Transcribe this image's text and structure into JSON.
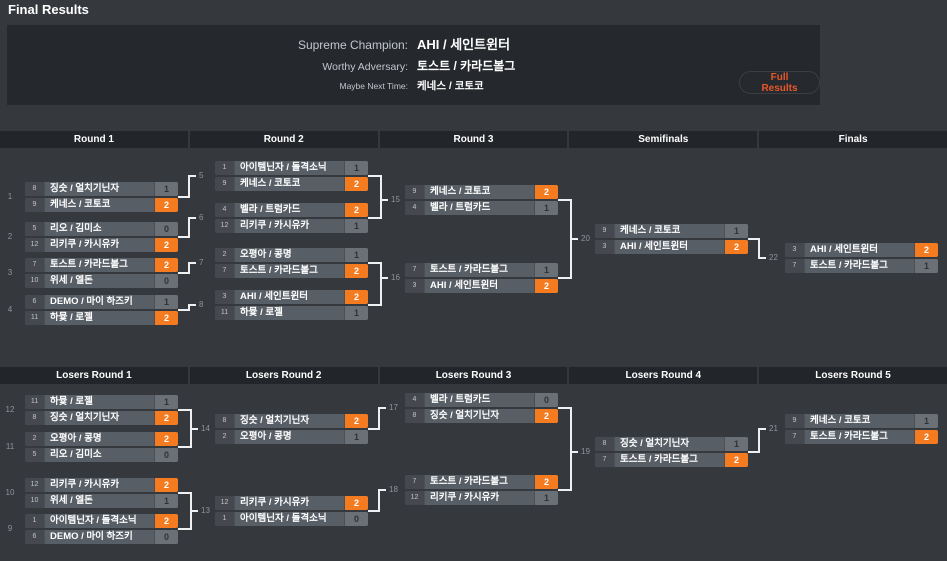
{
  "page_title": "Final Results",
  "summary": {
    "champion_label": "Supreme Champion:",
    "champion_name": "AHI / 세인트윈터",
    "adversary_label": "Worthy Adversary:",
    "adversary_name": "토스트 / 카라드볼그",
    "next_time_label": "Maybe Next Time:",
    "next_time_name": "케네스 / 코토코",
    "full_results_label": "Full Results"
  },
  "colors": {
    "background": "#35383d",
    "panel_dark": "#25282c",
    "row_gray": "#585e66",
    "winner_score_orange": "#f57b21",
    "button_text_orange": "#e8572a",
    "connector_line": "#eef0f2"
  },
  "winners_bracket": {
    "rounds": [
      "Round 1",
      "Round 2",
      "Round 3",
      "Semifinals",
      "Finals"
    ],
    "matches": [
      {
        "id": "m1",
        "number": "1",
        "players": [
          {
            "seed": "8",
            "name": "징슷 / 얼치기닌자",
            "score": "1",
            "winner": false
          },
          {
            "seed": "9",
            "name": "케네스 / 코토코",
            "score": "2",
            "winner": true
          }
        ]
      },
      {
        "id": "m2",
        "number": "2",
        "players": [
          {
            "seed": "5",
            "name": "리오 / 김미소",
            "score": "0",
            "winner": false
          },
          {
            "seed": "12",
            "name": "리키쿠 / 카시유카",
            "score": "2",
            "winner": true
          }
        ]
      },
      {
        "id": "m3",
        "number": "3",
        "players": [
          {
            "seed": "7",
            "name": "토스트 / 카라드볼그",
            "score": "2",
            "winner": true
          },
          {
            "seed": "10",
            "name": "위세 / 엘돈",
            "score": "0",
            "winner": false
          }
        ]
      },
      {
        "id": "m4",
        "number": "4",
        "players": [
          {
            "seed": "6",
            "name": "DEMO / 마이 하즈키",
            "score": "1",
            "winner": false
          },
          {
            "seed": "11",
            "name": "하뮻 / 로젤",
            "score": "2",
            "winner": true
          }
        ]
      },
      {
        "id": "m5",
        "number": "5",
        "players": [
          {
            "seed": "1",
            "name": "아이템닌자 / 돌격소닉",
            "score": "1",
            "winner": false
          },
          {
            "seed": "9",
            "name": "케네스 / 코토코",
            "score": "2",
            "winner": true
          }
        ]
      },
      {
        "id": "m6",
        "number": "6",
        "players": [
          {
            "seed": "4",
            "name": "벨라 / 트럼카드",
            "score": "2",
            "winner": true
          },
          {
            "seed": "12",
            "name": "리키쿠 / 카시유카",
            "score": "1",
            "winner": false
          }
        ]
      },
      {
        "id": "m7",
        "number": "7",
        "players": [
          {
            "seed": "2",
            "name": "오평아 / 콩명",
            "score": "1",
            "winner": false
          },
          {
            "seed": "7",
            "name": "토스트 / 카라드볼그",
            "score": "2",
            "winner": true
          }
        ]
      },
      {
        "id": "m8",
        "number": "8",
        "players": [
          {
            "seed": "3",
            "name": "AHI / 세인트윈터",
            "score": "2",
            "winner": true
          },
          {
            "seed": "11",
            "name": "하뮻 / 로젤",
            "score": "1",
            "winner": false
          }
        ]
      },
      {
        "id": "m15",
        "number": "15",
        "players": [
          {
            "seed": "9",
            "name": "케네스 / 코토코",
            "score": "2",
            "winner": true
          },
          {
            "seed": "4",
            "name": "벨라 / 트럼카드",
            "score": "1",
            "winner": false
          }
        ]
      },
      {
        "id": "m16",
        "number": "16",
        "players": [
          {
            "seed": "7",
            "name": "토스트 / 카라드볼그",
            "score": "1",
            "winner": false
          },
          {
            "seed": "3",
            "name": "AHI / 세인트윈터",
            "score": "2",
            "winner": true
          }
        ]
      },
      {
        "id": "m20",
        "number": "20",
        "players": [
          {
            "seed": "9",
            "name": "케네스 / 코토코",
            "score": "1",
            "winner": false
          },
          {
            "seed": "3",
            "name": "AHI / 세인트윈터",
            "score": "2",
            "winner": true
          }
        ]
      },
      {
        "id": "m22",
        "number": "22",
        "players": [
          {
            "seed": "3",
            "name": "AHI / 세인트윈터",
            "score": "2",
            "winner": true
          },
          {
            "seed": "7",
            "name": "토스트 / 카라드볼그",
            "score": "1",
            "winner": false
          }
        ]
      }
    ]
  },
  "losers_bracket": {
    "rounds": [
      "Losers Round 1",
      "Losers Round 2",
      "Losers Round 3",
      "Losers Round 4",
      "Losers Round 5"
    ],
    "matches": [
      {
        "id": "m12",
        "number": "12",
        "players": [
          {
            "seed": "11",
            "name": "하뮻 / 로젤",
            "score": "1",
            "winner": false
          },
          {
            "seed": "8",
            "name": "징슷 / 얼치기닌자",
            "score": "2",
            "winner": true
          }
        ]
      },
      {
        "id": "m11",
        "number": "11",
        "players": [
          {
            "seed": "2",
            "name": "오평아 / 콩명",
            "score": "2",
            "winner": true
          },
          {
            "seed": "5",
            "name": "리오 / 김미소",
            "score": "0",
            "winner": false
          }
        ]
      },
      {
        "id": "m10",
        "number": "10",
        "players": [
          {
            "seed": "12",
            "name": "리키쿠 / 카시유카",
            "score": "2",
            "winner": true
          },
          {
            "seed": "10",
            "name": "위세 / 엘돈",
            "score": "1",
            "winner": false
          }
        ]
      },
      {
        "id": "m9",
        "number": "9",
        "players": [
          {
            "seed": "1",
            "name": "아이템닌자 / 돌격소닉",
            "score": "2",
            "winner": true
          },
          {
            "seed": "6",
            "name": "DEMO / 마이 하즈키",
            "score": "0",
            "winner": false
          }
        ]
      },
      {
        "id": "m14",
        "number": "14",
        "players": [
          {
            "seed": "8",
            "name": "징슷 / 얼치기닌자",
            "score": "2",
            "winner": true
          },
          {
            "seed": "2",
            "name": "오평아 / 콩명",
            "score": "1",
            "winner": false
          }
        ]
      },
      {
        "id": "m13",
        "number": "13",
        "players": [
          {
            "seed": "12",
            "name": "리키쿠 / 카시유카",
            "score": "2",
            "winner": true
          },
          {
            "seed": "1",
            "name": "아이템닌자 / 돌격소닉",
            "score": "0",
            "winner": false
          }
        ]
      },
      {
        "id": "m17",
        "number": "17",
        "players": [
          {
            "seed": "4",
            "name": "벨라 / 트럼카드",
            "score": "0",
            "winner": false
          },
          {
            "seed": "8",
            "name": "징슷 / 얼치기닌자",
            "score": "2",
            "winner": true
          }
        ]
      },
      {
        "id": "m18",
        "number": "18",
        "players": [
          {
            "seed": "7",
            "name": "토스트 / 카라드볼그",
            "score": "2",
            "winner": true
          },
          {
            "seed": "12",
            "name": "리키쿠 / 카시유카",
            "score": "1",
            "winner": false
          }
        ]
      },
      {
        "id": "m19",
        "number": "19",
        "players": [
          {
            "seed": "8",
            "name": "징슷 / 얼치기닌자",
            "score": "1",
            "winner": false
          },
          {
            "seed": "7",
            "name": "토스트 / 카라드볼그",
            "score": "2",
            "winner": true
          }
        ]
      },
      {
        "id": "m21",
        "number": "21",
        "players": [
          {
            "seed": "9",
            "name": "케네스 / 코토코",
            "score": "1",
            "winner": false
          },
          {
            "seed": "7",
            "name": "토스트 / 카라드볼그",
            "score": "2",
            "winner": true
          }
        ]
      }
    ]
  }
}
